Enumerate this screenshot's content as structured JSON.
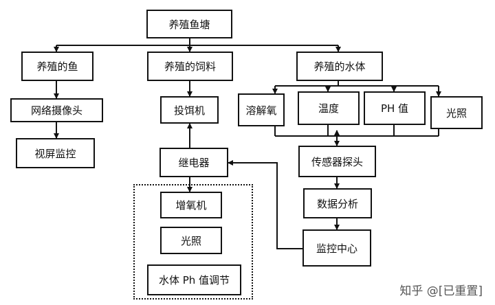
{
  "nodes": {
    "pond": "养殖鱼塘",
    "fish": "养殖的鱼",
    "feed": "养殖的饲料",
    "water": "养殖的水体",
    "camera": "网络摄像头",
    "screen": "视屏监控",
    "feeder": "投饵机",
    "relay": "继电器",
    "aerator": "增氧机",
    "light_ctrl": "光照",
    "ph_adjust": "水体 Ph 值调节",
    "oxygen": "溶解氧",
    "temperature": "温度",
    "ph": "PH 值",
    "light": "光照",
    "sensor": "传感器探头",
    "analysis": "数据分析",
    "monitor": "监控中心"
  },
  "watermark": "知乎 @[已重置]"
}
